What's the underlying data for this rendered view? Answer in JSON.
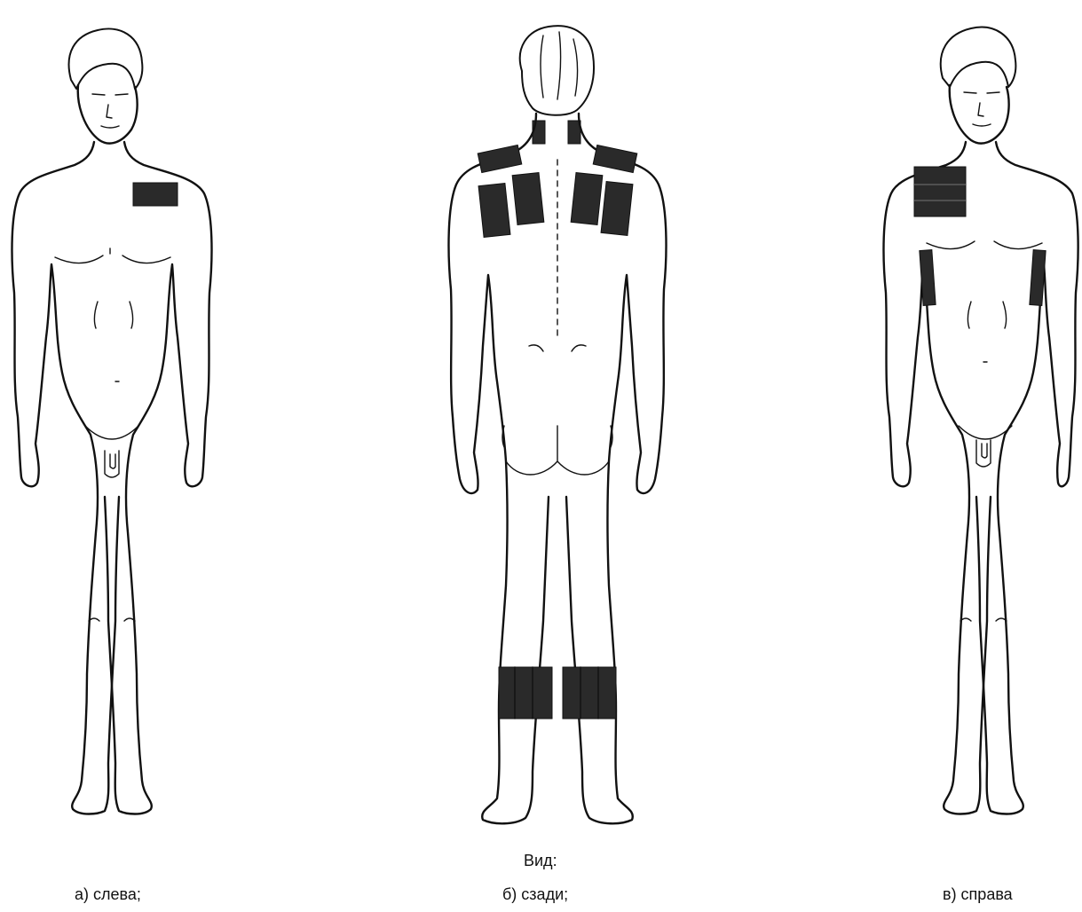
{
  "captions": {
    "common": "Вид:",
    "left_view": "а) слева;",
    "back_view": "б) сзади;",
    "right_view": "в) справа"
  },
  "colors": {
    "line": "#111111",
    "patch": "#2a2a2a",
    "background": "#ffffff"
  }
}
